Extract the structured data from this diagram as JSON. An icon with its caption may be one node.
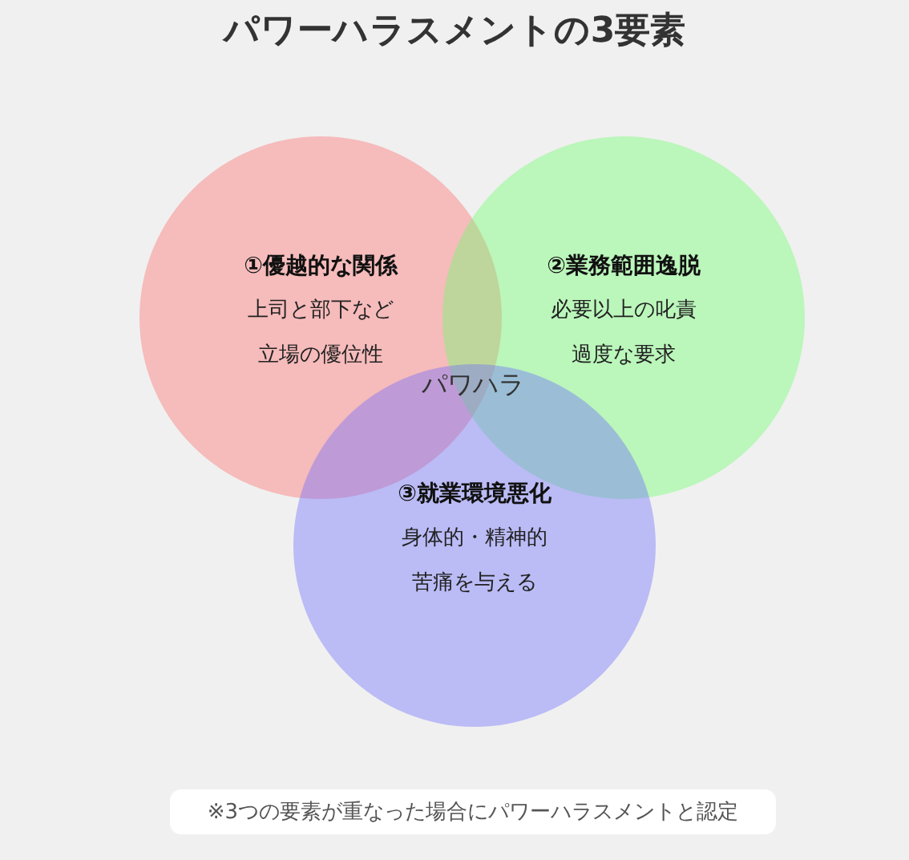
{
  "diagram": {
    "title": "パワーハラスメントの3要素",
    "nodes": [
      {
        "text": [
          "①優越的な関係",
          "上司と部下など",
          "立場の優位性"
        ]
      },
      {
        "text": [
          "②業務範囲逸脱",
          "必要以上の叱責",
          "過度な要求"
        ]
      },
      {
        "text": [
          "③就業環境悪化",
          "身体的・精神的",
          "苦痛を与える"
        ]
      },
      {
        "text": [
          "※3つの要素が重なった場合にパワーハラスメントと認定"
        ]
      }
    ],
    "labels": [
      "パワハラ"
    ]
  }
}
